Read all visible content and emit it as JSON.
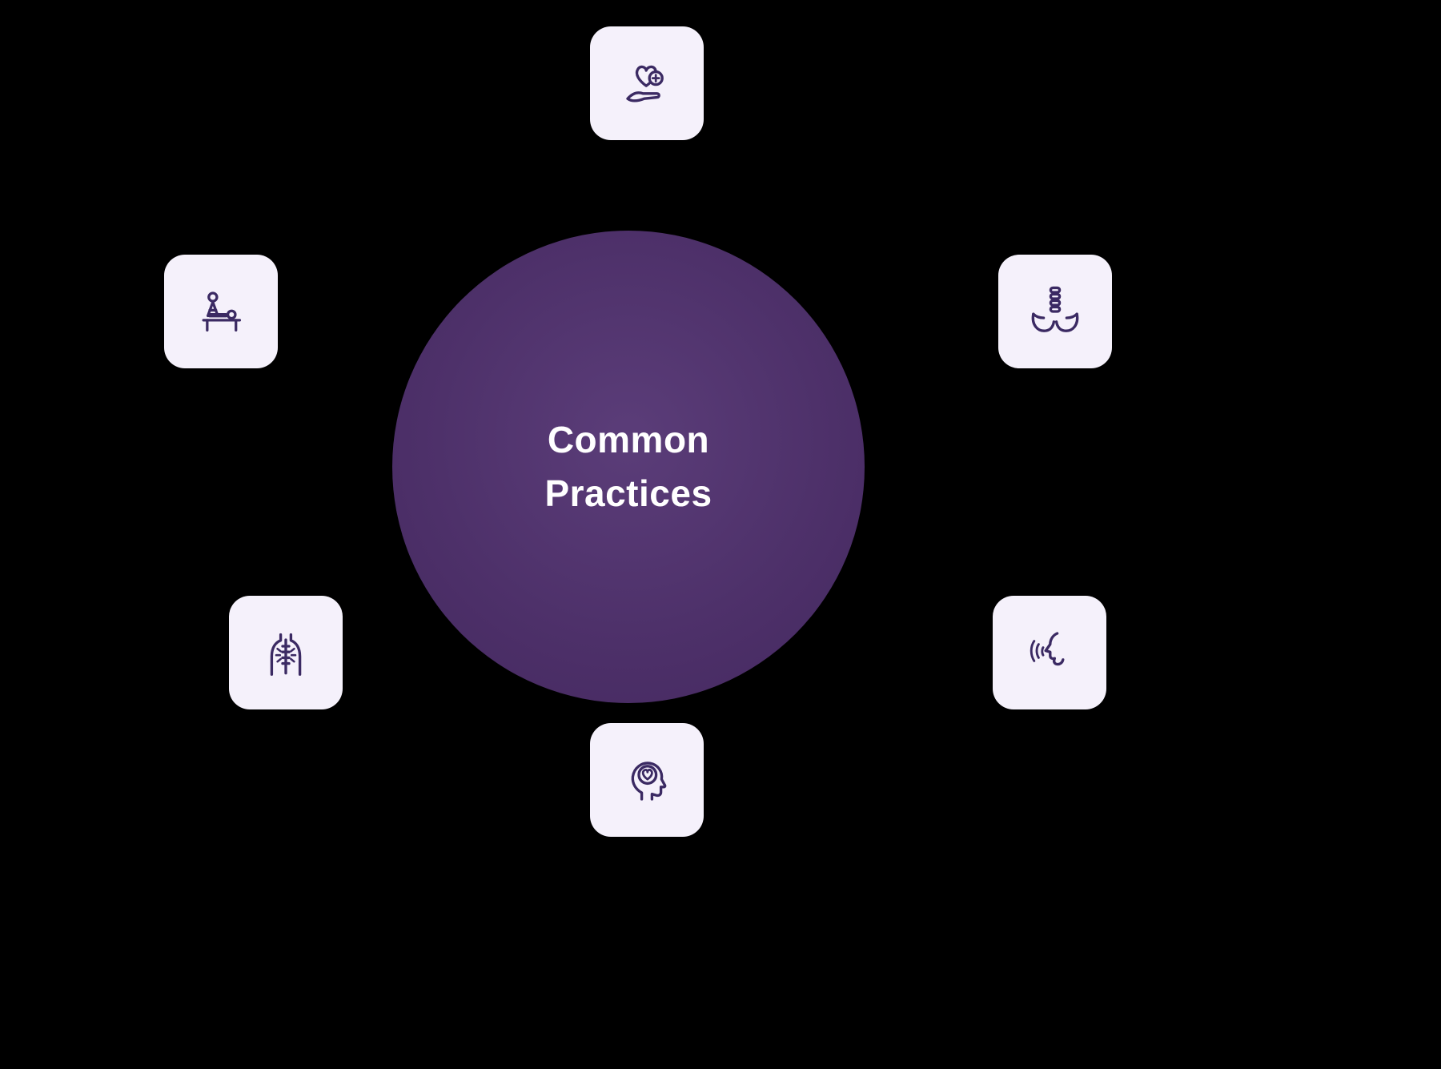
{
  "colors": {
    "background": "#000000",
    "card_bg": "#f5f1fb",
    "icon_color": "#3b2a63",
    "grad_center": "#5b3d79",
    "grad_mid": "#4d3069",
    "grad_edge": "#44285f",
    "text": "#ffffff"
  },
  "center": {
    "title_line1": "Common",
    "title_line2": "Practices"
  },
  "cards": [
    {
      "position": "top",
      "icon": "hand-heart-medical-icon"
    },
    {
      "position": "left-upper",
      "icon": "massage-therapy-icon"
    },
    {
      "position": "right-upper",
      "icon": "hands-holding-spine-icon"
    },
    {
      "position": "left-lower",
      "icon": "back-spine-pain-icon"
    },
    {
      "position": "right-lower",
      "icon": "speech-therapy-icon"
    },
    {
      "position": "bottom",
      "icon": "head-heart-mental-health-icon"
    }
  ]
}
